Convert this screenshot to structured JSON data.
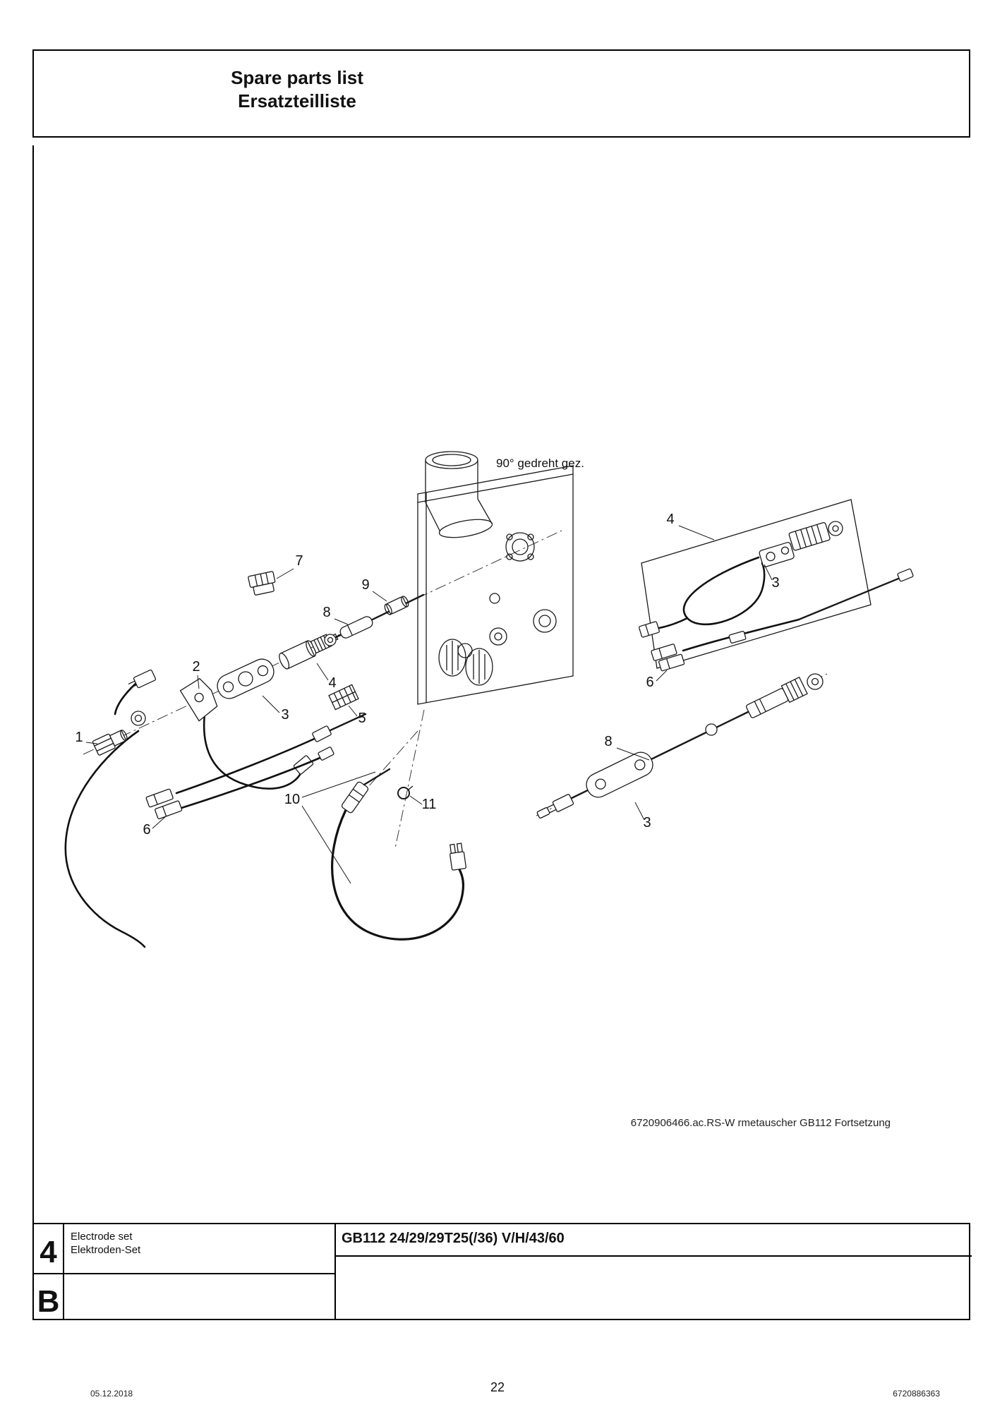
{
  "header": {
    "title_en": "Spare parts list",
    "title_de": "Ersatzteilliste"
  },
  "diagram": {
    "rotation_note": "90° gedreht gez.",
    "caption": "6720906466.ac.RS-W rmetauscher GB112 Fortsetzung",
    "labels": [
      {
        "text": "7"
      },
      {
        "text": "9"
      },
      {
        "text": "8"
      },
      {
        "text": "2"
      },
      {
        "text": "3"
      },
      {
        "text": "4"
      },
      {
        "text": "5"
      },
      {
        "text": "1"
      },
      {
        "text": "6"
      },
      {
        "text": "10"
      },
      {
        "text": "11"
      },
      {
        "text": "4"
      },
      {
        "text": "3"
      },
      {
        "text": "6"
      },
      {
        "text": "8"
      },
      {
        "text": "3"
      }
    ]
  },
  "parts_table": {
    "section_number": "4",
    "section_letter": "B",
    "name_en": "Electrode set",
    "name_de": "Elektroden-Set",
    "model": "GB112 24/29/29T25(/36) V/H/43/60"
  },
  "footer": {
    "date": "05.12.2018",
    "page": "22",
    "doc_number": "6720886363"
  }
}
